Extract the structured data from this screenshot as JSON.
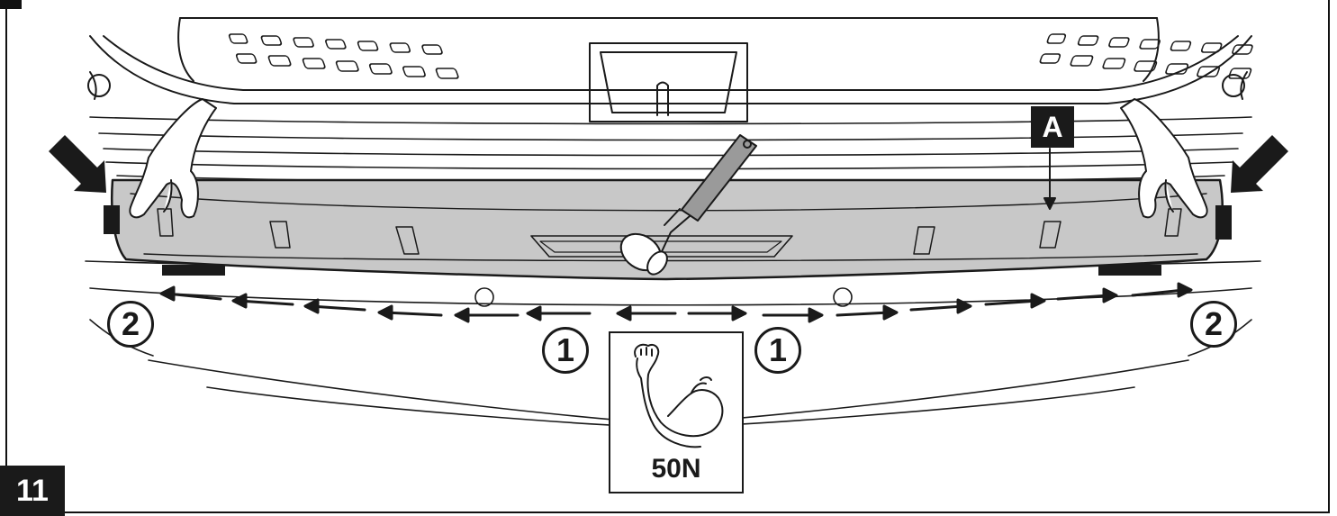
{
  "step_number": "11",
  "part_label": "A",
  "callouts": [
    "1",
    "1",
    "2",
    "2"
  ],
  "force": {
    "value_label": "50N",
    "icon": "flexed-arm-icon"
  },
  "colors": {
    "line": "#1a1a1a",
    "panel_fill": "#c8c8c8",
    "background": "#ffffff"
  }
}
